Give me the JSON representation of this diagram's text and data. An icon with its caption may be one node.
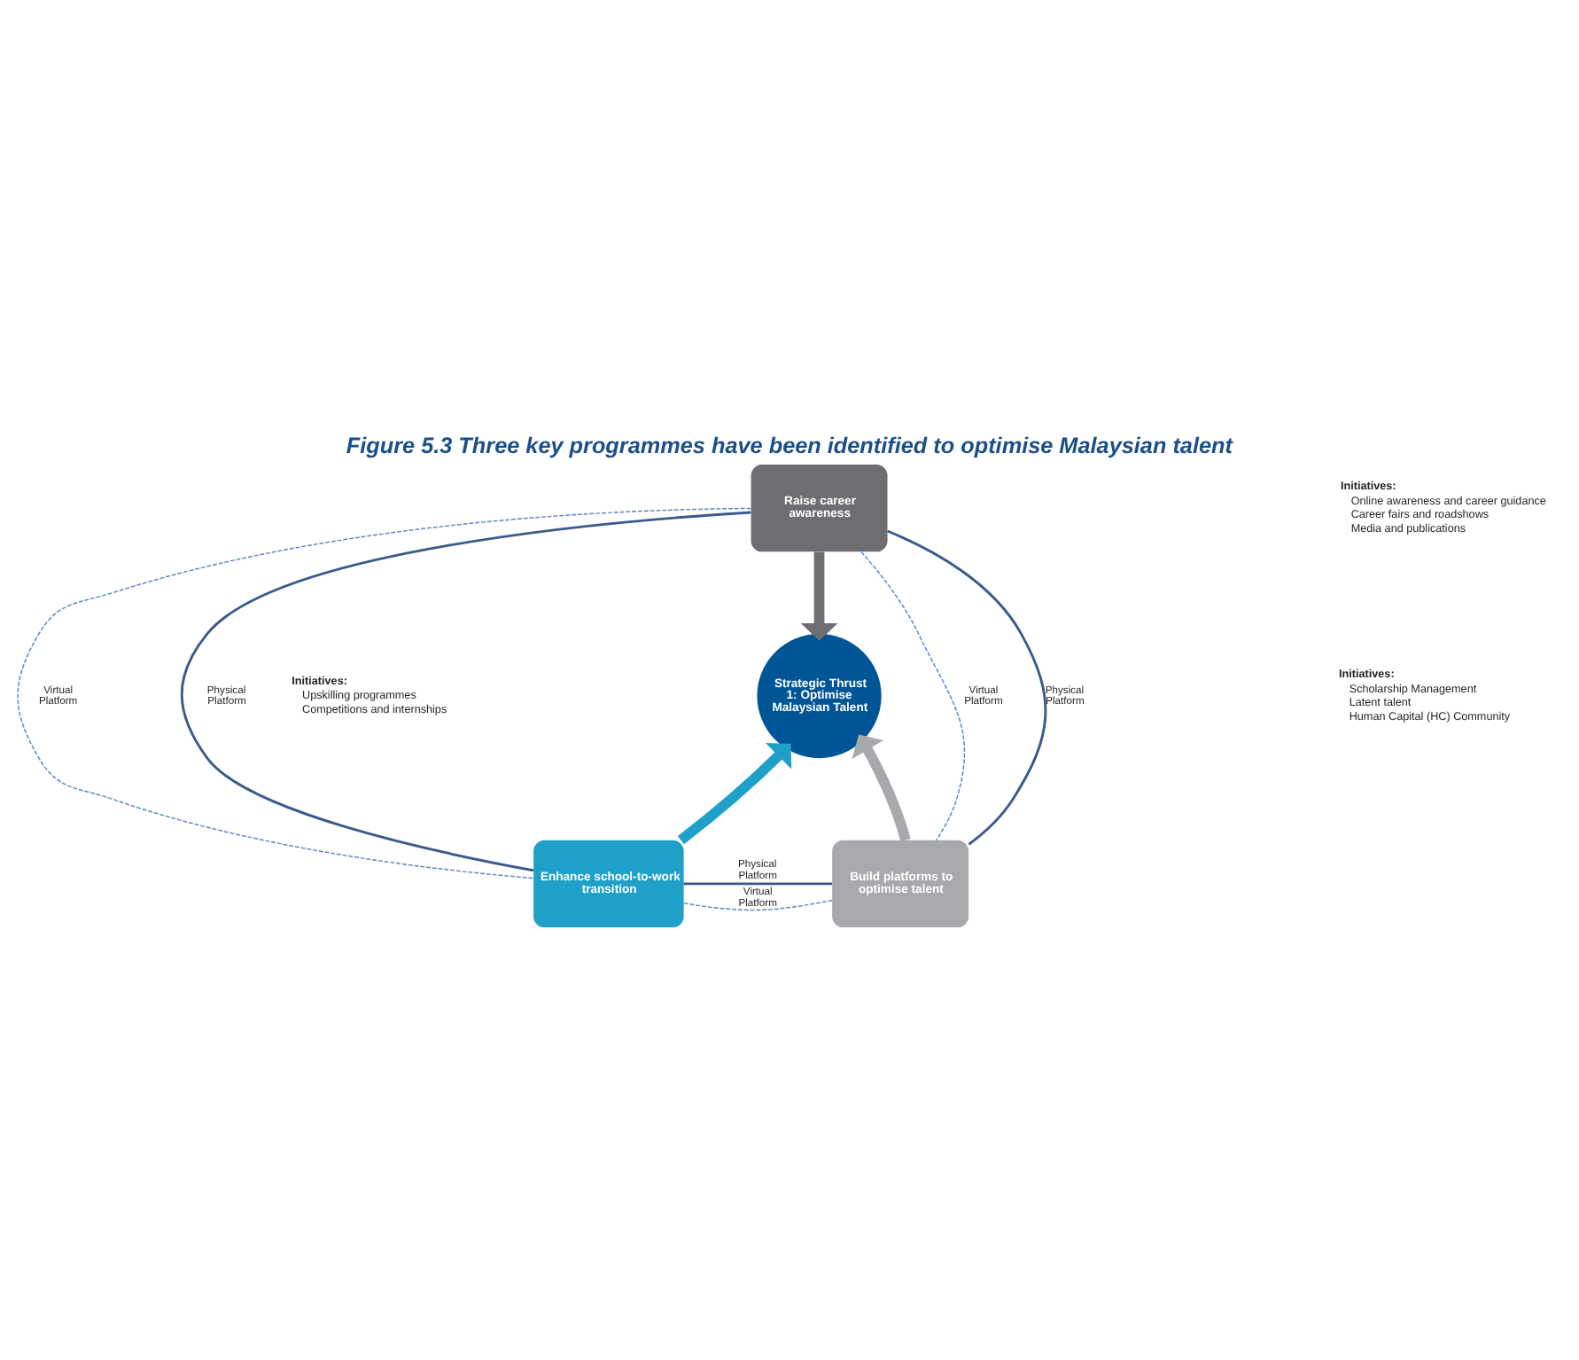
{
  "diagram": {
    "title": "Figure 5.3 Three key programmes have been identified to optimise Malaysian talent",
    "nodes": [
      {
        "text": [
          "Raise career awareness"
        ],
        "beside": [
          "Initiatives:",
          "Online awareness and career guidance",
          "Career fairs and roadshows",
          "Media and publications"
        ]
      },
      {
        "text": [
          "Strategic Thrust 1: Optimise Malaysian Talent"
        ]
      },
      {
        "text": [
          "Enhance school-to-work transition"
        ],
        "beside": [
          "Initiatives:",
          "Upskilling programmes",
          "Competitions and internships"
        ]
      },
      {
        "text": [
          "Build platforms to optimise talent"
        ],
        "beside": [
          "Initiatives:",
          "Scholarship Management",
          "Latent talent",
          "Human Capital (HC) Community"
        ]
      }
    ],
    "edges": [
      {
        "from": 0,
        "to": 1,
        "arrow": "to",
        "style": "thick",
        "color": "#6d6e71"
      },
      {
        "from": 2,
        "to": 1,
        "arrow": "to",
        "style": "thick",
        "color": "#1fa0c8"
      },
      {
        "from": 3,
        "to": 1,
        "arrow": "to",
        "style": "thick",
        "color": "#a7a9ac"
      },
      {
        "from": 0,
        "to": 2,
        "arrow": "none",
        "label": "Virtual Platform",
        "style": "dashed",
        "color": "#5b86c5"
      },
      {
        "from": 0,
        "to": 2,
        "arrow": "none",
        "label": "Physical Platform"
      },
      {
        "from": 0,
        "to": 3,
        "arrow": "none",
        "label": "Virtual Platform",
        "style": "dashed",
        "color": "#5b86c5"
      },
      {
        "from": 0,
        "to": 3,
        "arrow": "none",
        "label": "Physical Platform"
      },
      {
        "from": 2,
        "to": 3,
        "arrow": "none",
        "label": "Physical Platform"
      },
      {
        "from": 2,
        "to": 3,
        "arrow": "none",
        "label": "Virtual Platform",
        "style": "dashed",
        "color": "#5b86c5"
      }
    ]
  }
}
